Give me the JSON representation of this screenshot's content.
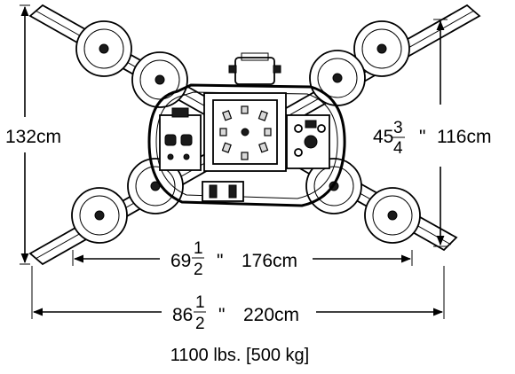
{
  "dimensions": {
    "left_height": "132cm",
    "right_inch_whole": "45",
    "right_inch_num": "3",
    "right_inch_den": "4",
    "right_inch_unit": "\"",
    "right_cm": "116cm",
    "inner_inch_whole": "69",
    "inner_inch_num": "1",
    "inner_inch_den": "2",
    "inner_inch_unit": "\"",
    "inner_cm": "176cm",
    "outer_inch_whole": "86",
    "outer_inch_num": "1",
    "outer_inch_den": "2",
    "outer_inch_unit": "\"",
    "outer_cm": "220cm"
  },
  "weight": "1100 lbs. [500 kg]"
}
